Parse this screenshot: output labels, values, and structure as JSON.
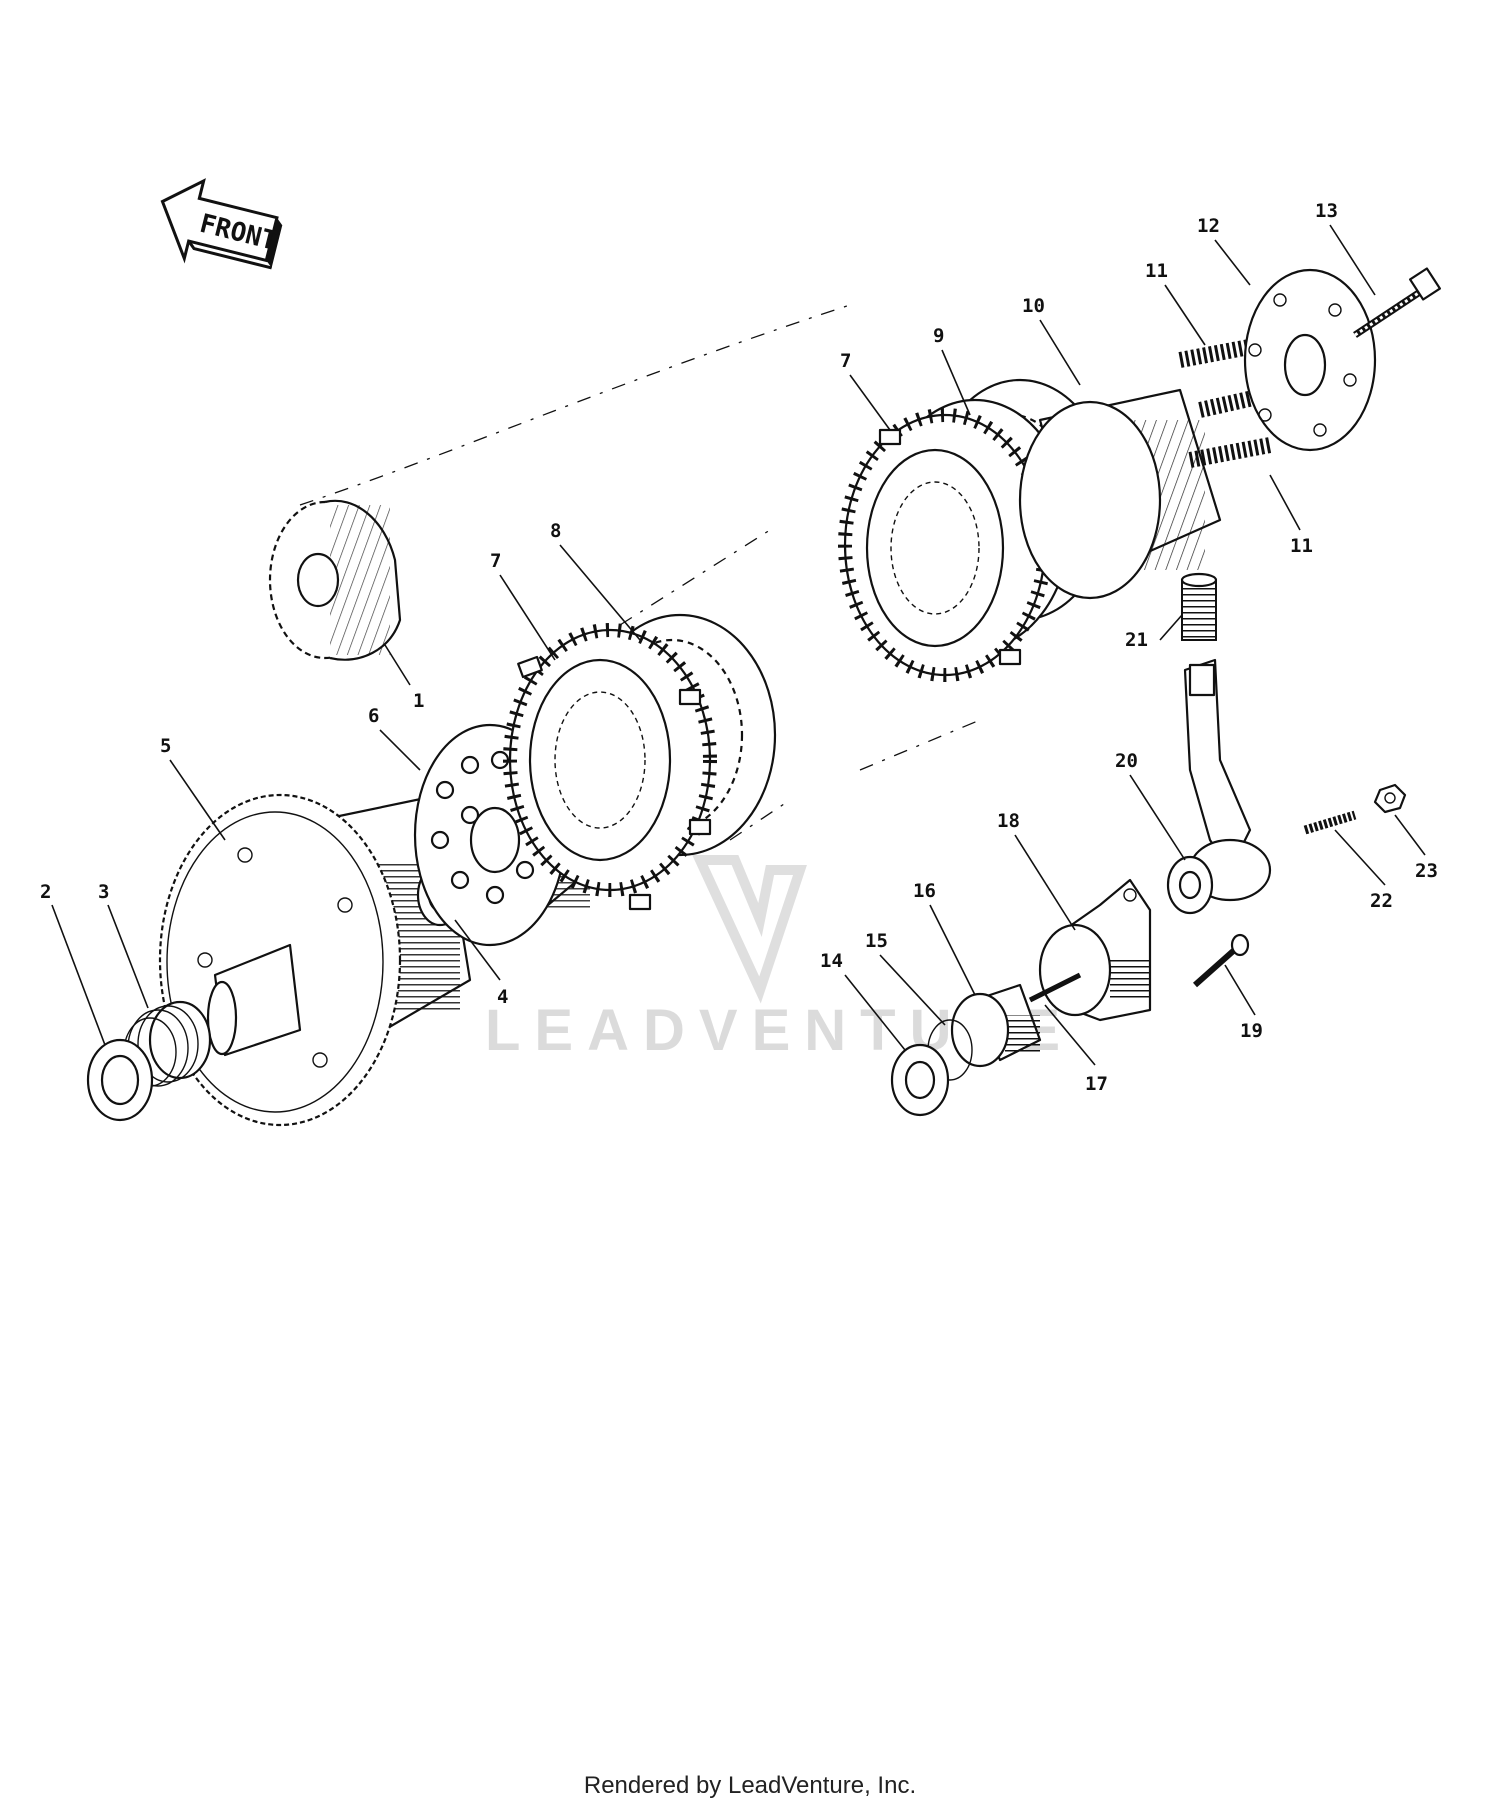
{
  "front_label": "FRONT",
  "watermark": "LEADVENTURE",
  "footer": "Rendered by LeadVenture, Inc.",
  "callouts": [
    {
      "id": "c1",
      "text": "1"
    },
    {
      "id": "c2",
      "text": "2"
    },
    {
      "id": "c3",
      "text": "3"
    },
    {
      "id": "c4",
      "text": "4"
    },
    {
      "id": "c5",
      "text": "5"
    },
    {
      "id": "c6",
      "text": "6"
    },
    {
      "id": "c7a",
      "text": "7"
    },
    {
      "id": "c8",
      "text": "8"
    },
    {
      "id": "c7b",
      "text": "7"
    },
    {
      "id": "c9",
      "text": "9"
    },
    {
      "id": "c10",
      "text": "10"
    },
    {
      "id": "c11a",
      "text": "11"
    },
    {
      "id": "c12",
      "text": "12"
    },
    {
      "id": "c13",
      "text": "13"
    },
    {
      "id": "c11b",
      "text": "11"
    },
    {
      "id": "c21",
      "text": "21"
    },
    {
      "id": "c20",
      "text": "20"
    },
    {
      "id": "c18",
      "text": "18"
    },
    {
      "id": "c16",
      "text": "16"
    },
    {
      "id": "c15",
      "text": "15"
    },
    {
      "id": "c14",
      "text": "14"
    },
    {
      "id": "c17",
      "text": "17"
    },
    {
      "id": "c19",
      "text": "19"
    },
    {
      "id": "c22",
      "text": "22"
    },
    {
      "id": "c23",
      "text": "23"
    }
  ]
}
